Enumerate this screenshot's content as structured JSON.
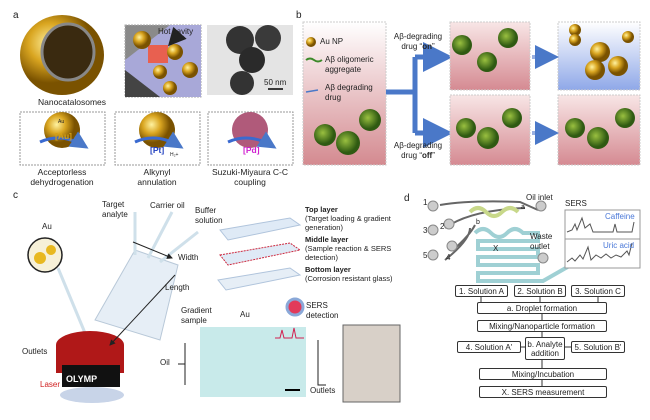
{
  "panel_labels": {
    "a": "a",
    "b": "b",
    "c": "c",
    "d": "d"
  },
  "panel_a": {
    "nanocatalosomes": "Nanocatalosomes",
    "hot_cavity": "Hot cavity",
    "scale_bar": "50 nm",
    "reactions": [
      {
        "metal": "[Au]",
        "label1": "Acceptorless",
        "label2": "dehydrogenation",
        "color": "#d4a017"
      },
      {
        "metal": "[Pt]",
        "label1": "Alkynyl",
        "label2": "annulation",
        "color": "#1f3fbf"
      },
      {
        "metal": "[Pd]",
        "label1": "Suzuki-Miyaura C-C",
        "label2": "coupling",
        "color": "#d020d0"
      }
    ],
    "au_tag": "Au",
    "h2": "H₂+"
  },
  "panel_b": {
    "legend": {
      "au_np": "Au NP",
      "oligomer1": "Aβ oligomeric",
      "oligomer2": "aggregate",
      "drug1": "Aβ degrading",
      "drug2": "drug"
    },
    "on1": "Aβ-degrading",
    "on2": "drug “",
    "on_bold": "on",
    "on3": "”",
    "off1": "Aβ-degrading",
    "off2": "drug “",
    "off_bold": "off",
    "off3": "”"
  },
  "panel_c": {
    "target1": "Target",
    "target2": "analyte",
    "carrier": "Carrier oil",
    "buffer1": "Buffer",
    "buffer2": "solution",
    "width": "Width",
    "length": "Length",
    "au": "Au",
    "outlets": "Outlets",
    "laser": "Laser",
    "objective": "OLYMP",
    "layers": [
      {
        "title": "Top layer",
        "d1": "(Target loading & gradient",
        "d2": "generation)"
      },
      {
        "title": "Middle layer",
        "d1": "(Sample reaction & SERS",
        "d2": "detection)"
      },
      {
        "title": "Bottom layer",
        "d1": "(Corrosion resistant glass)",
        "d2": ""
      }
    ],
    "gradient1": "Gradient",
    "gradient2": "sample",
    "au2": "Au",
    "sers1": "SERS",
    "sers2": "detection",
    "oil": "Oil",
    "outlets2": "Outlets"
  },
  "panel_d": {
    "ports": [
      "1",
      "2",
      "3",
      "4",
      "5"
    ],
    "oil_inlet": "Oil inlet",
    "a": "a",
    "b": "b",
    "x": "X",
    "waste1": "Waste",
    "waste2": "outlet",
    "sers": "SERS",
    "caffeine": "Caffeine",
    "uric": "Uric acid",
    "flow": {
      "s1": "1. Solution A",
      "s2": "2. Solution B",
      "s3": "3. Solution C",
      "droplet": "a. Droplet formation",
      "mixing_np": "Mixing/Nanoparticle formation",
      "s4": "4. Solution A'",
      "analyte1": "b. Analyte",
      "analyte2": "addition",
      "s5": "5. Solution B'",
      "incubation": "Mixing/Incubation",
      "measure": "X. SERS measurement"
    }
  }
}
